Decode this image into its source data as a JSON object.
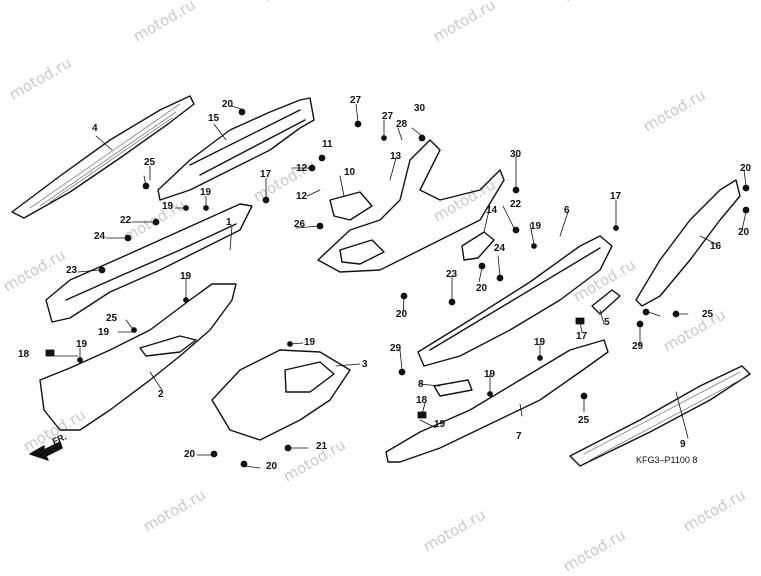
{
  "watermark": "motod.ru",
  "diagram_code": "KFG3–P1100 8",
  "direction_label": "FR.",
  "callouts": [
    "1",
    "2",
    "3",
    "4",
    "5",
    "6",
    "7",
    "8",
    "9",
    "10",
    "11",
    "12",
    "13",
    "14",
    "15",
    "16",
    "17",
    "18",
    "19",
    "20",
    "21",
    "22",
    "23",
    "24",
    "25",
    "26",
    "27",
    "28",
    "29",
    "30"
  ]
}
